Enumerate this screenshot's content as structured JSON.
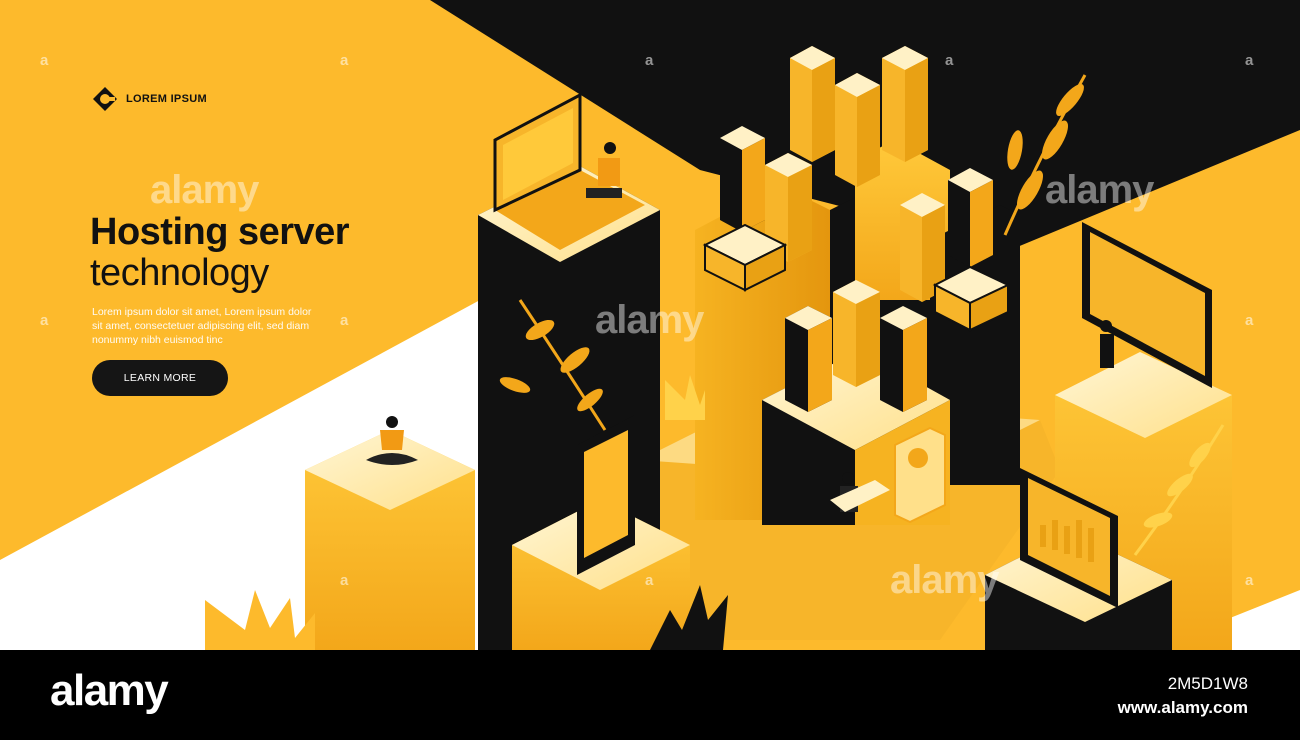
{
  "brand": {
    "name": "LOREM IPSUM",
    "logo_icon": "diamond-logo-icon"
  },
  "hero": {
    "title_line1": "Hosting server",
    "title_line2": "technology",
    "body": "Lorem ipsum dolor sit amet, Lorem ipsum dolor sit amet, consectetuer adipiscing elit, sed diam nonummy nibh euismod tinc",
    "cta_label": "LEARN MORE"
  },
  "watermarks": {
    "text": "alamy",
    "small": "a"
  },
  "footer": {
    "logo": "alamy",
    "image_id": "2M5D1W8",
    "url": "www.alamy.com"
  },
  "colors": {
    "yellow": "#FDBA2C",
    "yellow_light": "#FFD24A",
    "yellow_pale": "#FFF1C6",
    "amber": "#E9A114",
    "black": "#111111",
    "white": "#FFFFFF"
  },
  "illustration": {
    "icons": [
      "server-tower-icon",
      "laptop-icon",
      "smartphone-icon",
      "monitor-icon",
      "tablet-chart-icon",
      "plant-leaf-icon",
      "person-icon",
      "profile-card-icon"
    ]
  }
}
